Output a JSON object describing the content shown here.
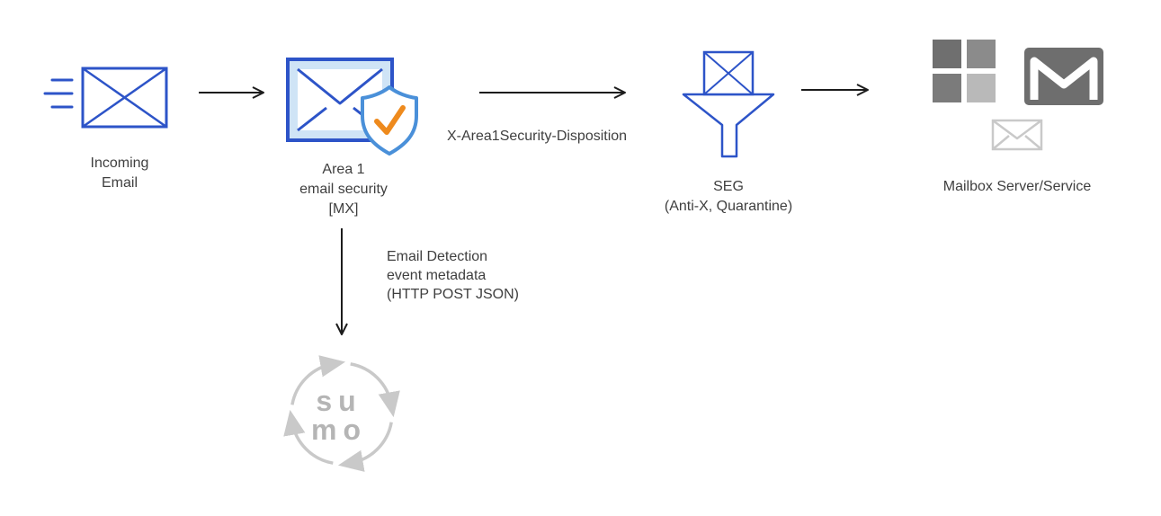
{
  "colors": {
    "blue": "#2d54c8",
    "shield_blue": "#4a90d9",
    "light_blue": "#cfe4f6",
    "orange": "#ee8a1d",
    "ink": "#1c1c1c",
    "text": "#3f3f3f",
    "ms_gray_1": "#6f6f6f",
    "ms_gray_2": "#8b8b8b",
    "ms_gray_3": "#7b7b7b",
    "ms_gray_4": "#b9b9b9",
    "gmail_gray": "#6e6e6e",
    "light_gray": "#c9c9c9",
    "sumo_text": "#b5b5b5"
  },
  "nodes": {
    "incoming_email": {
      "label": "Incoming\nEmail"
    },
    "area1": {
      "label": "Area 1\nemail security\n[MX]"
    },
    "seg": {
      "label": "SEG\n(Anti-X, Quarantine)"
    },
    "mailbox": {
      "label": "Mailbox Server/Service"
    },
    "sumo": {
      "logo_line1": "su",
      "logo_line2": "mo"
    }
  },
  "edges": {
    "area1_to_seg": {
      "label": "X-Area1Security-Disposition"
    },
    "area1_to_sumo": {
      "label": "Email Detection\nevent metadata\n(HTTP POST JSON)"
    }
  },
  "icons": {
    "incoming_email": "envelope-with-speed-lines",
    "area1": "envelope-with-shield-check",
    "seg": "funnel-with-envelope",
    "mailbox_microsoft": "microsoft-logo",
    "mailbox_gmail": "gmail-envelope",
    "mailbox_mail": "small-envelope",
    "sumo": "sumo-logic-circular-arrows"
  }
}
